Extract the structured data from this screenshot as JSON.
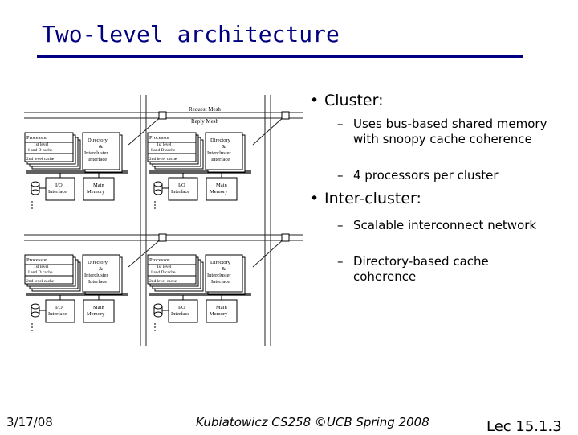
{
  "slide": {
    "title": "Two-level architecture",
    "bullets": [
      {
        "text": "Cluster:",
        "subs": [
          "Uses bus-based shared memory with snoopy cache coherence",
          "4 processors per cluster"
        ]
      },
      {
        "text": "Inter-cluster:",
        "subs": [
          "Scalable interconnect network",
          "Directory-based cache coherence"
        ]
      }
    ],
    "footer": {
      "date": "3/17/08",
      "course": "Kubiatowicz CS258 ©UCB Spring 2008",
      "lecture": "Lec 15.1.3"
    }
  },
  "diagram": {
    "request_mesh": "Request Mesh",
    "reply_mesh": "Reply Mesh",
    "processor": "Processor",
    "l1_cache_line1": "1st level",
    "l1_cache_line2": "I and D cache",
    "l2_cache": "2nd level cache",
    "directory_line1": "Directory",
    "directory_line2": "&",
    "directory_line3": "Intercluster",
    "directory_line4": "Interface",
    "io_line1": "I/O",
    "io_line2": "Interface",
    "mem_line1": "Main",
    "mem_line2": "Memory"
  }
}
